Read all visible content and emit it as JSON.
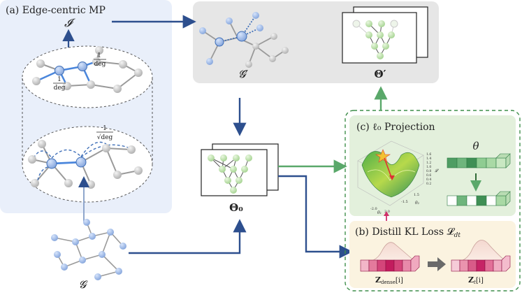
{
  "panel_a": {
    "title": "(a) Edge-centric MP",
    "symbol_top": "𝓘",
    "frac_num": "1",
    "frac_den": "deg",
    "sqrt_den": "√deg"
  },
  "graph_prime": {
    "label": "𝓖′"
  },
  "theta_prime": {
    "label": "𝚯′"
  },
  "theta0": {
    "label": "𝚯₀"
  },
  "graph_g": {
    "label": "𝓖"
  },
  "panel_c": {
    "title": "(c) ℓ₀ Projection",
    "theta": "θ",
    "surface_ticks_right": [
      "1.6",
      "1.4",
      "1.2",
      "1.0",
      "0.8",
      "0.6",
      "0.4",
      "0.2"
    ],
    "axis_x1": "θ₁",
    "axis_x2": "θ₂",
    "axis_z": "𝓛",
    "tick_x_a": "-2.0",
    "tick_x_b": "2.0",
    "tick_y_a": "-1.5",
    "tick_y_b": "1.5"
  },
  "panel_b": {
    "title": "(b) Distill KL Loss 𝓛",
    "title_sub": "dt",
    "z_dense": "𝐙",
    "z_dense_sub": "dense",
    "z_dense_idx": "[i]",
    "z_t": "𝐙",
    "z_t_sub": "t",
    "z_t_idx": "[i]"
  },
  "colors": {
    "panel_a_bg": "#e9effa",
    "panel_b_bg": "#fbf3e0",
    "panel_c_bg": "#e3f0dc",
    "gray_bg": "#e6e6e6",
    "arrow_blue": "#2d4f8e",
    "arrow_green": "#5aa86a",
    "node_blue": "#8fb0e6",
    "node_gray": "#bcbcbc",
    "node_green": "#b8e0a0"
  }
}
